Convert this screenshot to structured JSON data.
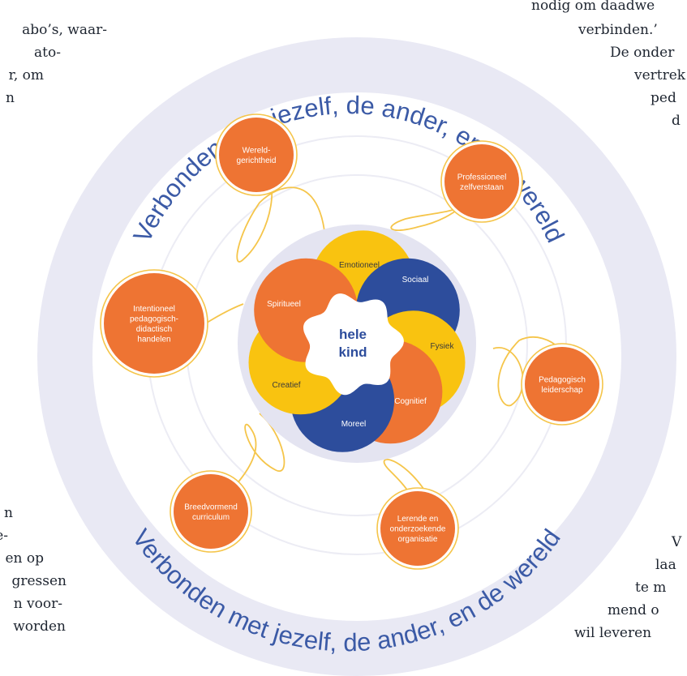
{
  "side_text": {
    "top_left": [
      "abo’s, waar-",
      "ato-",
      "r, om",
      "n"
    ],
    "top_right": [
      "nodig om daadwe",
      "verbinden.’",
      "De onder",
      "vertrek",
      "ped",
      "d"
    ],
    "bottom_left": [
      "n",
      "e-",
      "en op",
      "gressen",
      "n voor-",
      "worden"
    ],
    "bottom_right": [
      "V",
      "laa",
      "te m",
      "mend o",
      "wil leveren"
    ]
  },
  "outer_ring": {
    "top_label": "Verbonden met jezelf, de ander, en de wereld",
    "bottom_label": "Verbonden met jezelf, de ander, en de wereld"
  },
  "center_label": [
    "hele",
    "kind"
  ],
  "petals": [
    {
      "label": "Emotioneel",
      "color": "#f9c310"
    },
    {
      "label": "Sociaal",
      "color": "#2d4d9c"
    },
    {
      "label": "Fysiek",
      "color": "#f9c310"
    },
    {
      "label": "Cognitief",
      "color": "#ee7433"
    },
    {
      "label": "Moreel",
      "color": "#2d4d9c"
    },
    {
      "label": "Creatief",
      "color": "#f9c310"
    },
    {
      "label": "Spiritueel",
      "color": "#ee7433"
    }
  ],
  "competences": [
    {
      "lines": [
        "Wereld-",
        "gerichtheid"
      ]
    },
    {
      "lines": [
        "Professioneel",
        "zelfverstaan"
      ]
    },
    {
      "lines": [
        "Intentioneel",
        "pedagogisch-",
        "didactisch",
        "handelen"
      ]
    },
    {
      "lines": [
        "Pedagogisch",
        "leiderschap"
      ]
    },
    {
      "lines": [
        "Breedvormend",
        "curriculum"
      ]
    },
    {
      "lines": [
        "Lerende en",
        "onderzoekende",
        "organisatie"
      ]
    }
  ],
  "colors": {
    "ring": "#e9e9f4",
    "ring_text": "#3b5aa6",
    "orange": "#ee7433",
    "yellow": "#f9c310",
    "blue": "#2d4d9c",
    "thread": "#f5c54a",
    "center_text": "#2d4d9c",
    "inner_circle": "#e4e4f1"
  }
}
